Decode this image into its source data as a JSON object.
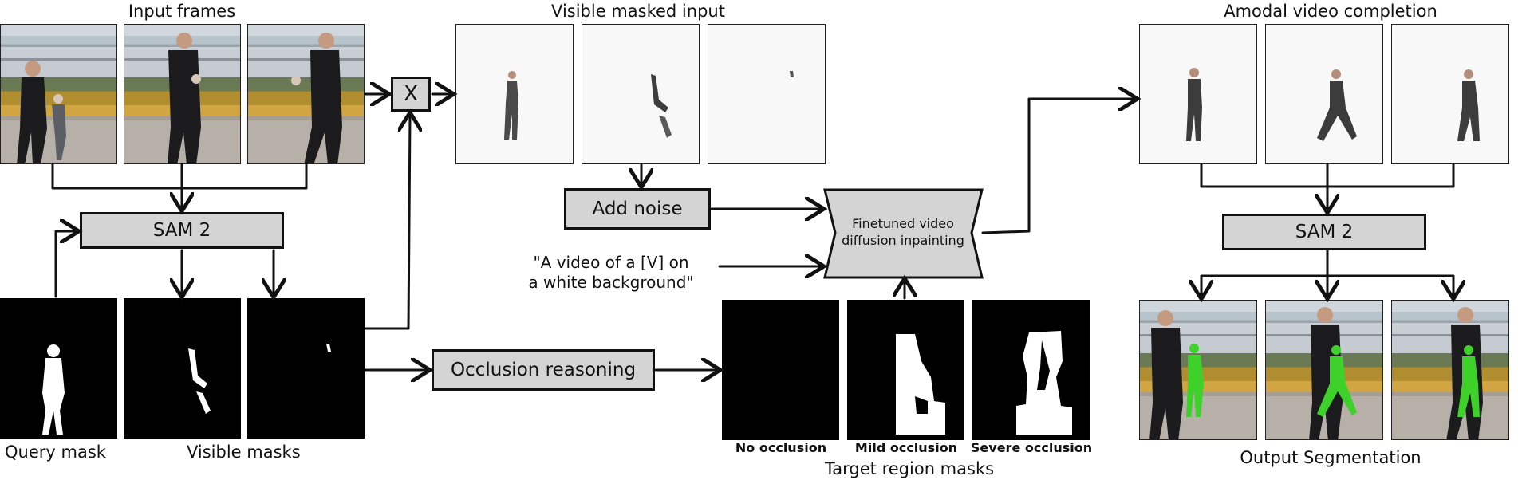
{
  "section_titles": {
    "input_frames": "Input frames",
    "visible_masked_input": "Visible masked input",
    "amodal_completion": "Amodal video completion"
  },
  "boxes": {
    "sam2_left": "SAM 2",
    "sam2_right": "SAM 2",
    "add_noise": "Add noise",
    "occlusion_reasoning": "Occlusion reasoning",
    "multiply": "X",
    "diffusion_line1": "Finetuned video",
    "diffusion_line2": "diffusion inpainting"
  },
  "prompt": {
    "line1": "\"A video of a [V] on",
    "line2": "a white background\""
  },
  "captions": {
    "query_mask": "Query mask",
    "visible_masks": "Visible masks",
    "no_occlusion": "No occlusion",
    "mild_occlusion": "Mild occlusion",
    "severe_occlusion": "Severe occlusion",
    "target_region_masks": "Target region masks",
    "output_segmentation": "Output Segmentation"
  },
  "colors": {
    "box_fill": "#d4d4d4",
    "segmentation": "#3ed12a",
    "mask": "#000000"
  }
}
